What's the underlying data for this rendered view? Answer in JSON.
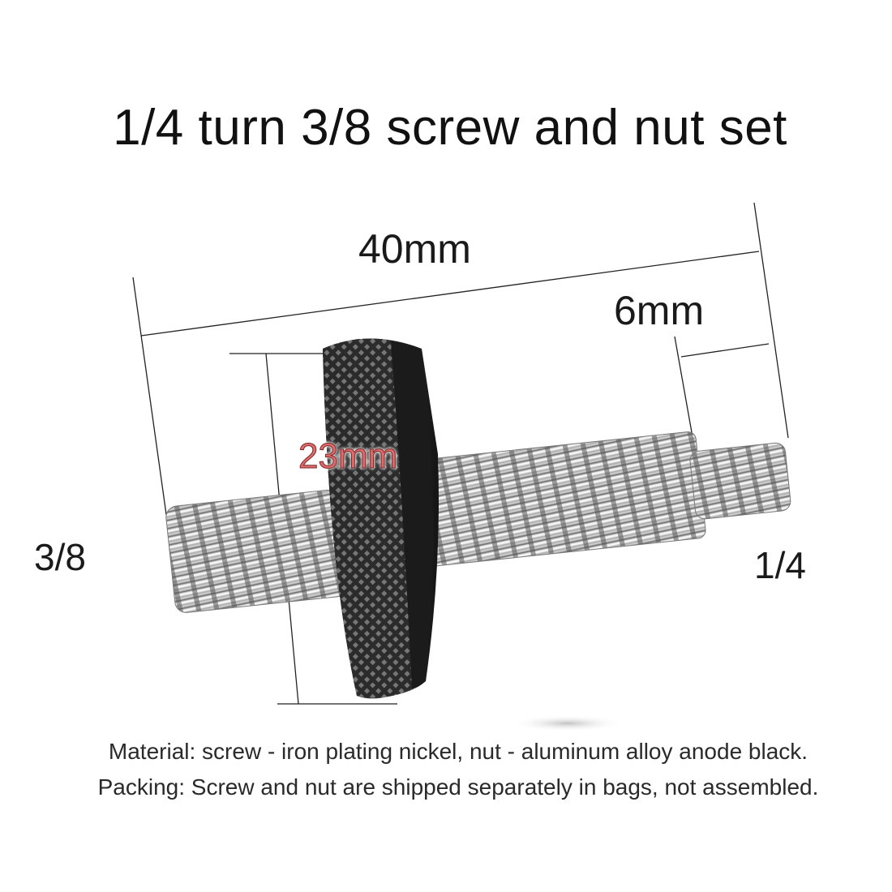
{
  "title": "1/4 turn 3/8 screw and nut set",
  "dimensions": {
    "total_length": "40mm",
    "small_thread_length": "6mm",
    "nut_diameter": "23mm"
  },
  "ends": {
    "left": "3/8",
    "right": "1/4"
  },
  "notes": {
    "material": "Material: screw - iron plating nickel, nut - aluminum alloy anode black.",
    "packing": "Packing: Screw and nut are shipped separately in bags, not assembled."
  },
  "colors": {
    "nut_dim_label": "#e06b6b",
    "screw": "#c8c8c8",
    "nut": "#2a2a2a"
  }
}
